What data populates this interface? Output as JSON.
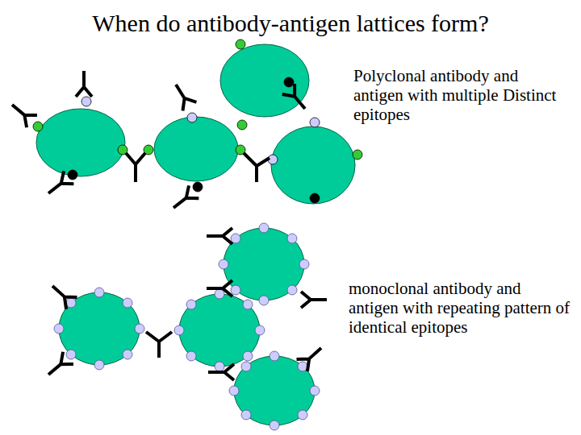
{
  "diagram": {
    "title": "When do antibody-antigen lattices form?",
    "labels": [
      "Polyclonal antibody and antigen with multiple Distinct epitopes",
      "monoclonal antibody and antigen with repeating pattern of identical epitopes"
    ]
  }
}
